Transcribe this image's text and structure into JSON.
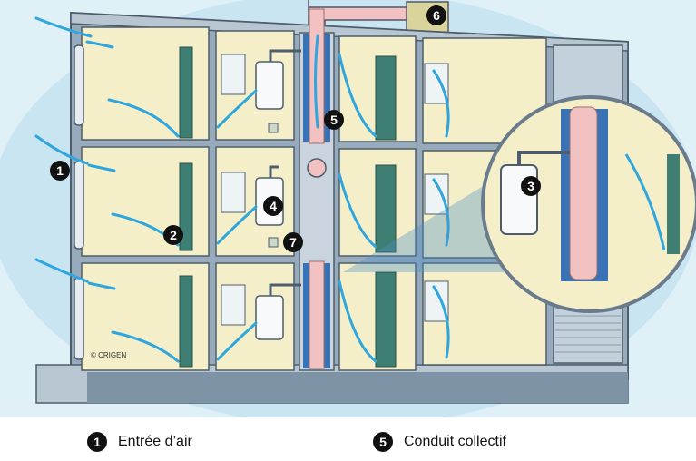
{
  "badges": [
    "1",
    "2",
    "3",
    "4",
    "5",
    "6",
    "7"
  ],
  "copyright": "© CRIGEN",
  "legend": {
    "items": [
      {
        "num": "1",
        "label": "Entrée d’air"
      },
      {
        "num": "5",
        "label": "Conduit collectif"
      }
    ]
  },
  "colors": {
    "sky": "#cfe7f2",
    "wall": "#8fa4b6",
    "room": "#f4efc8",
    "duct": "#f2c2c2",
    "shaft": "#3a73b5",
    "airflow": "#2fa6dd",
    "door": "#3f7f73"
  }
}
